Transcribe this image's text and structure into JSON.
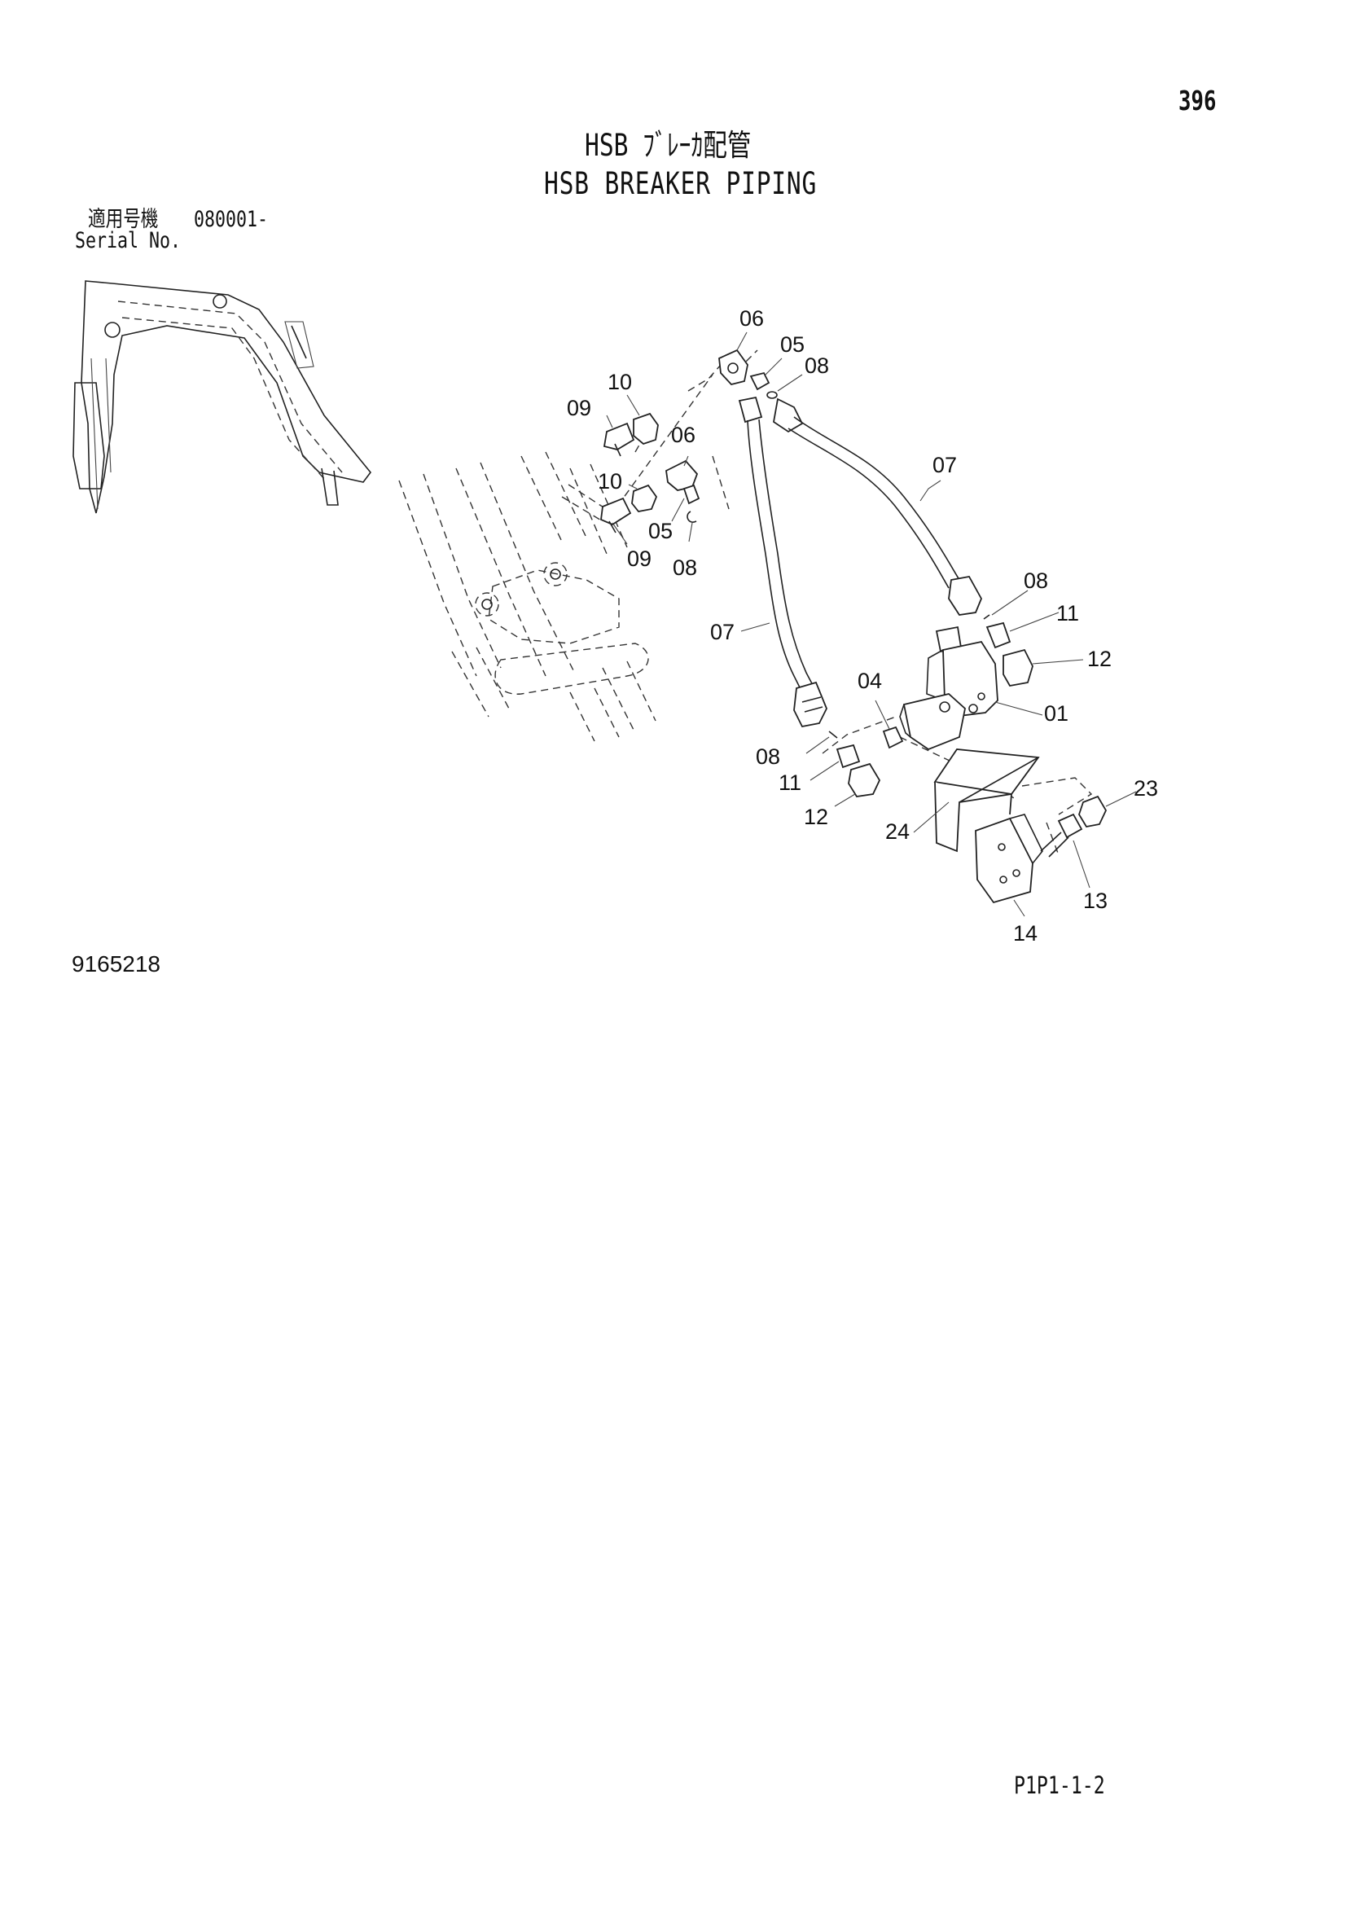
{
  "header": {
    "page_number": "396",
    "title_jp": "HSB ﾌﾞﾚｰｶ配管",
    "title_en": "HSB BREAKER PIPING"
  },
  "serial": {
    "label_jp": "適用号機",
    "value": "080001-",
    "label_en": "Serial No."
  },
  "callouts": {
    "c06_top": "06",
    "c05_top": "05",
    "c08_top": "08",
    "c10_top": "10",
    "c09_top": "09",
    "c06_mid": "06",
    "c07_right": "07",
    "c10_mid": "10",
    "c05_mid": "05",
    "c09_mid": "09",
    "c08_mid": "08",
    "c08_right": "08",
    "c11_right": "11",
    "c07_left": "07",
    "c12_right": "12",
    "c04": "04",
    "c01": "01",
    "c08_low": "08",
    "c11_low": "11",
    "c12_low": "12",
    "c23": "23",
    "c24": "24",
    "c13": "13",
    "c14": "14"
  },
  "footer": {
    "drawing_number": "9165218",
    "page_code": "P1P1-1-2"
  }
}
